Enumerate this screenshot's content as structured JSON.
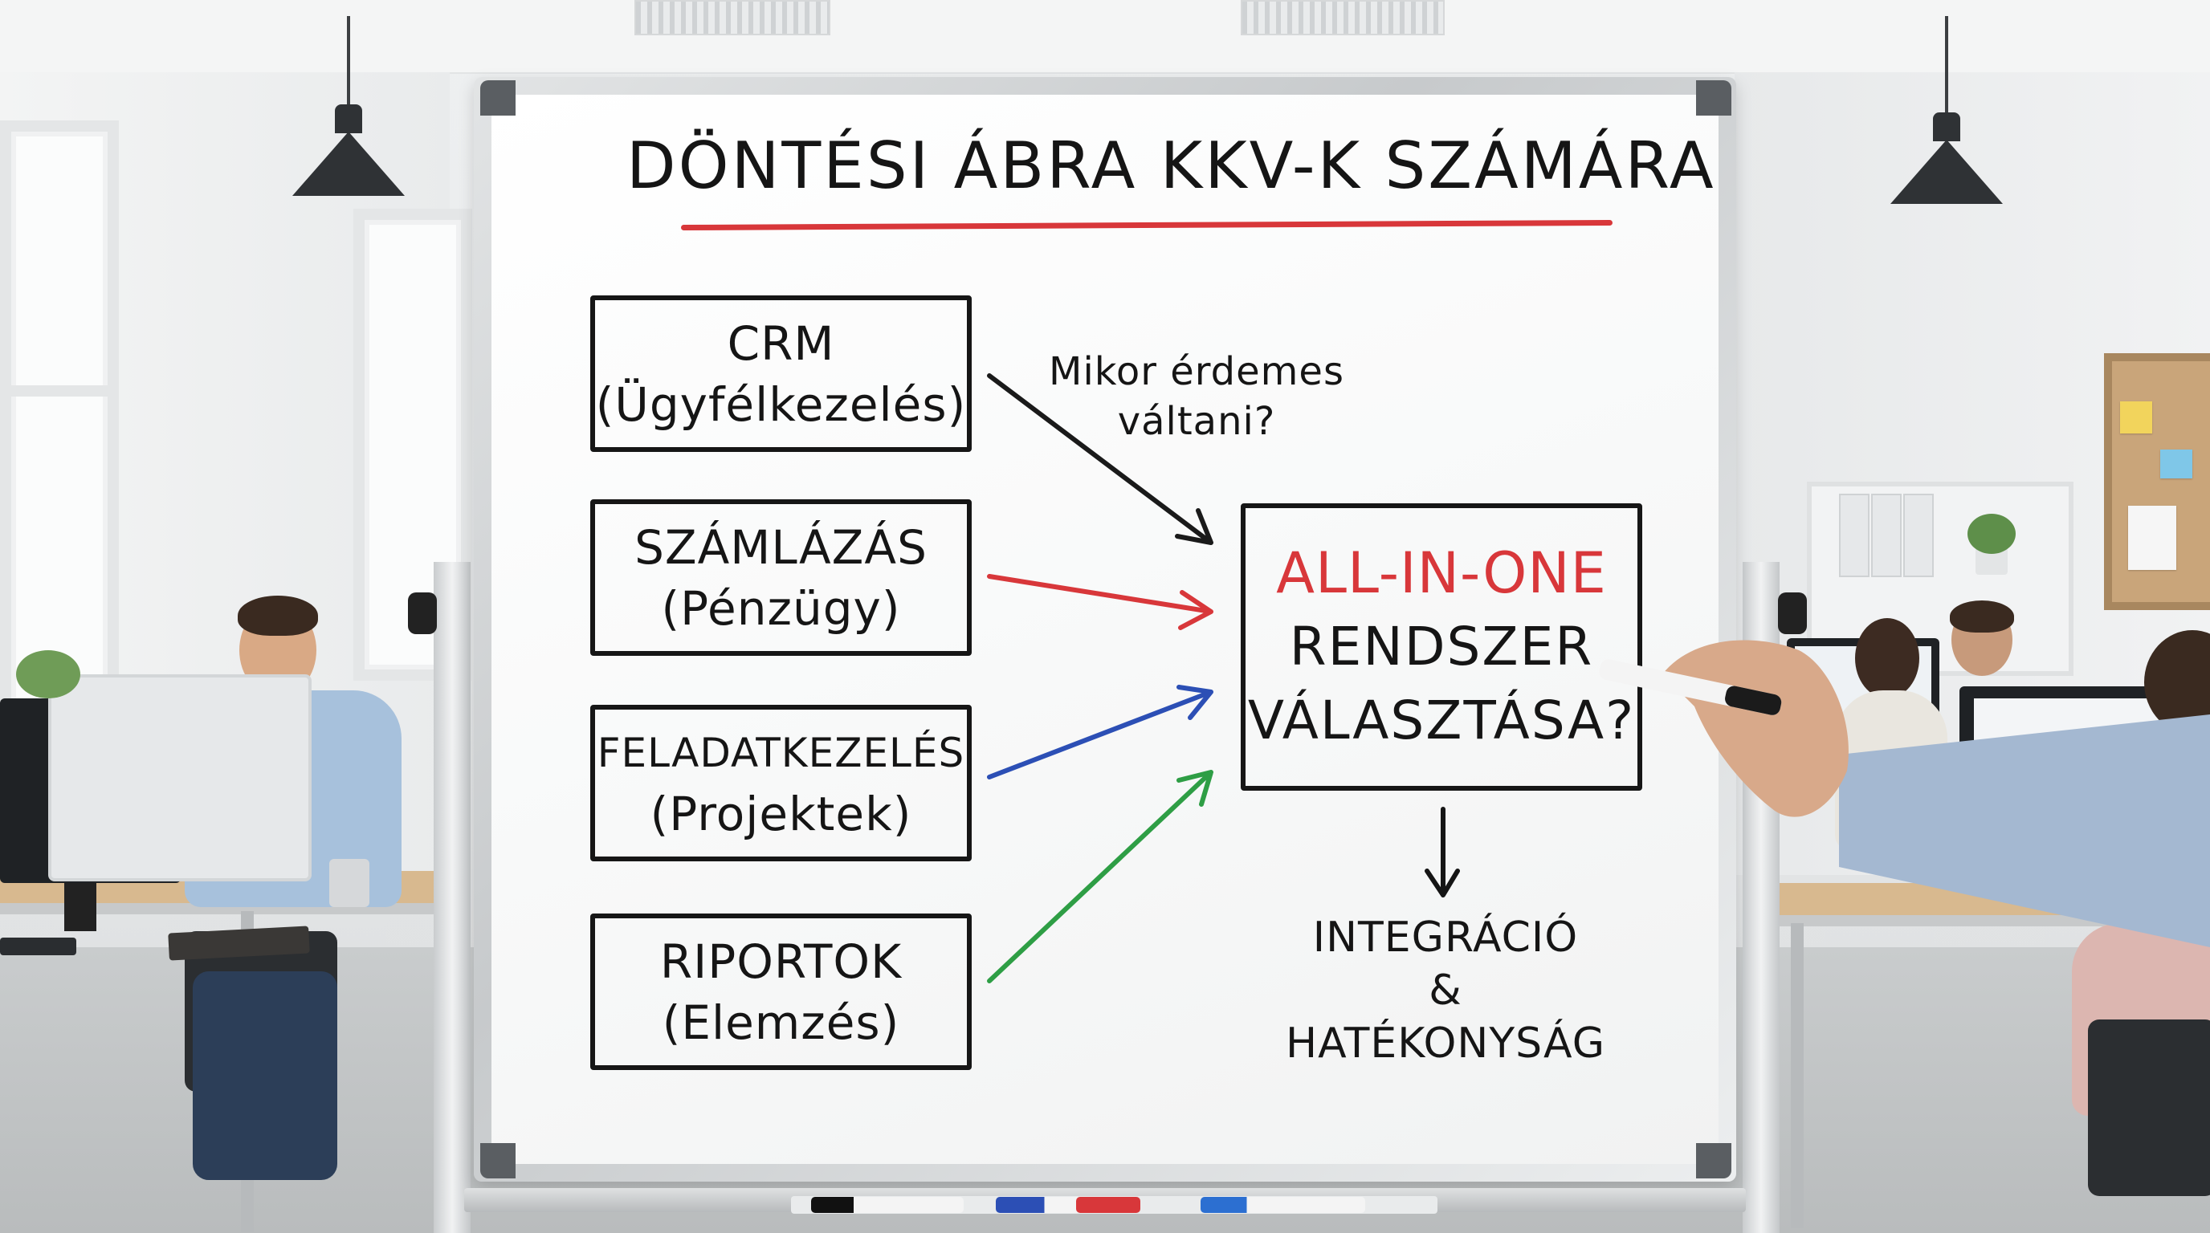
{
  "board": {
    "title": "DÖNTÉSI ÁBRA KKV-K SZÁMÁRA",
    "question_line1": "Mikor érdemes",
    "question_line2": "váltani?",
    "boxes": [
      {
        "line1": "CRM",
        "line2": "(Ügyfélkezelés)",
        "arrow_color": "#1a1a1a"
      },
      {
        "line1": "SZÁMLÁZÁS",
        "line2": "(Pénzügy)",
        "arrow_color": "#d8373a"
      },
      {
        "line1": "FELADATKEZELÉS",
        "line2": "(Projektek)",
        "arrow_color": "#2c4fb5"
      },
      {
        "line1": "RIPORTOK",
        "line2": "(Elemzés)",
        "arrow_color": "#2e9e45"
      }
    ],
    "center": {
      "line1": "ALL-IN-ONE",
      "line2": "RENDSZER",
      "line3": "VÁLASZTÁSA?"
    },
    "result_line1": "INTEGRÁCIÓ",
    "result_line2": "&",
    "result_line3": "HATÉKONYSÁG"
  },
  "colors": {
    "accent_red": "#d8373a",
    "marker_blue": "#2c4fb5",
    "marker_green": "#2e9e45",
    "ink": "#151515"
  }
}
